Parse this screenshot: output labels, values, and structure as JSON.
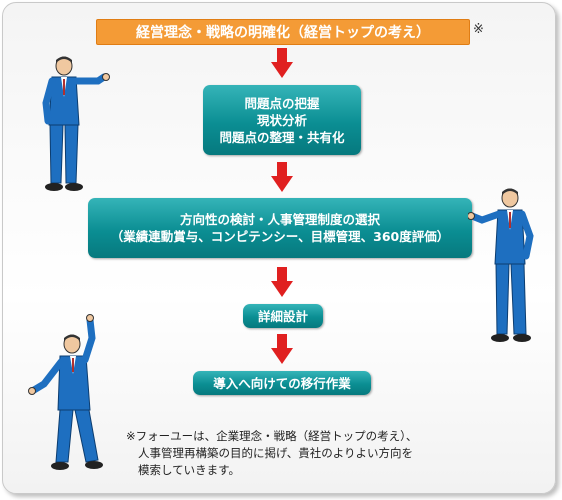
{
  "title": "経営理念・戦略の明確化（経営トップの考え）",
  "title_mark": "※",
  "steps": [
    {
      "lines": [
        "問題点の把握",
        "現状分析",
        "問題点の整理・共有化"
      ]
    },
    {
      "lines": [
        "方向性の検討・人事管理制度の選択",
        "（業績連動賞与、コンピテンシー、目標管理、360度評価）"
      ]
    },
    {
      "lines": [
        "詳細設計"
      ]
    },
    {
      "lines": [
        "導入へ向けての移行作業"
      ]
    }
  ],
  "note_lines": [
    "※フォーユーは、企業理念・戦略（経営トップの考え）、",
    "人事管理再構築の目的に掲げ、貴社のよりよい方向を",
    "模索していきます。"
  ],
  "colors": {
    "box": "#0b8e93",
    "title": "#f49b36",
    "arrow": "#e02020"
  }
}
